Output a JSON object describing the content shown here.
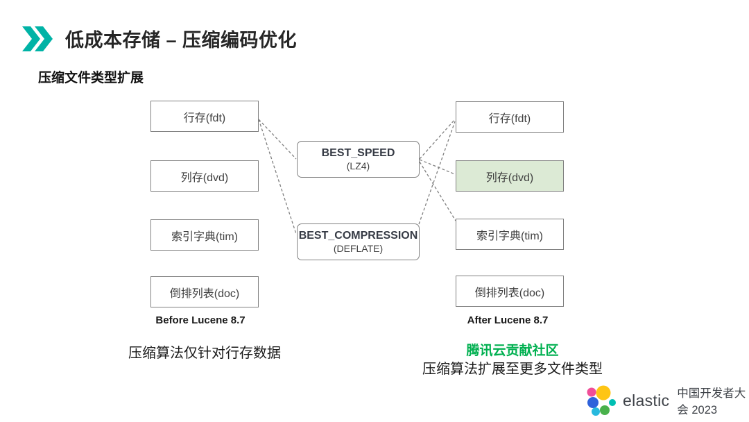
{
  "slide": {
    "title": "低成本存储 – 压缩编码优化",
    "subtitle": "压缩文件类型扩展"
  },
  "diagram": {
    "left": {
      "caption": "Before Lucene 8.7",
      "note": "压缩算法仅针对行存数据",
      "boxes": [
        {
          "label": "行存(fdt)",
          "highlighted": false
        },
        {
          "label": "列存(dvd)",
          "highlighted": false
        },
        {
          "label": "索引字典(tim)",
          "highlighted": false
        },
        {
          "label": "倒排列表(doc)",
          "highlighted": false
        }
      ]
    },
    "middle": {
      "boxes": [
        {
          "title": "BEST_SPEED",
          "subtitle": "(LZ4)"
        },
        {
          "title": "BEST_COMPRESSION",
          "subtitle": "(DEFLATE)"
        }
      ]
    },
    "right": {
      "caption": "After Lucene 8.7",
      "note_highlight": "腾讯云贡献社区",
      "note": "压缩算法扩展至更多文件类型",
      "boxes": [
        {
          "label": "行存(fdt)",
          "highlighted": false
        },
        {
          "label": "列存(dvd)",
          "highlighted": true
        },
        {
          "label": "索引字典(tim)",
          "highlighted": false
        },
        {
          "label": "倒排列表(doc)",
          "highlighted": false
        }
      ]
    },
    "connections": [
      {
        "from": "行存(fdt) before",
        "to": "BEST_SPEED"
      },
      {
        "from": "行存(fdt) before",
        "to": "BEST_COMPRESSION"
      },
      {
        "from": "BEST_SPEED",
        "to": "行存(fdt) after"
      },
      {
        "from": "BEST_SPEED",
        "to": "列存(dvd) after"
      },
      {
        "from": "BEST_SPEED",
        "to": "索引字典(tim) after"
      },
      {
        "from": "BEST_COMPRESSION",
        "to": "行存(fdt) after"
      }
    ]
  },
  "footer": {
    "brand": "elastic",
    "event": "中国开发者大会 2023"
  },
  "colors": {
    "accent_teal": "#00b3a6",
    "highlight_fill": "#dcead5",
    "highlight_text": "#00b050",
    "box_border": "#7f7f7f",
    "connector": "#7f7f7f"
  }
}
